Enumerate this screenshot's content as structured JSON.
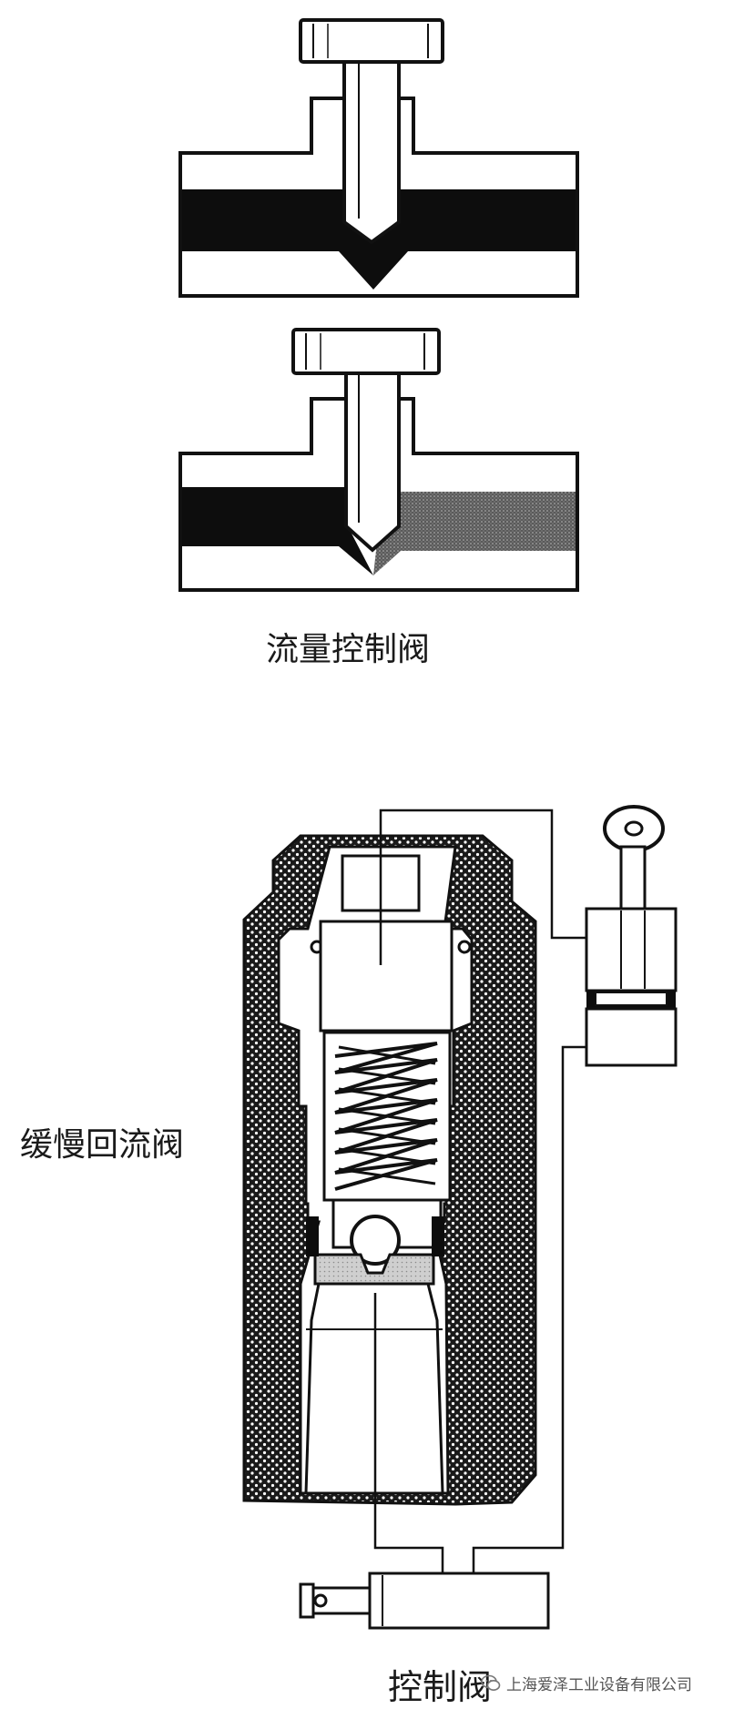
{
  "diagram": {
    "labels": {
      "flow_control_valve": "流量控制阀",
      "slow_return_valve": "缓慢回流阀",
      "control_valve": "控制阀"
    },
    "watermark": {
      "text": "上海爱泽工业设备有限公司",
      "icon": "wechat-icon"
    },
    "colors": {
      "ink": "#111111",
      "flow_dark": "#0d0d0d",
      "flow_grey": "#6f6f6f",
      "dots": "#1a1a1a",
      "paper": "#ffffff"
    }
  }
}
